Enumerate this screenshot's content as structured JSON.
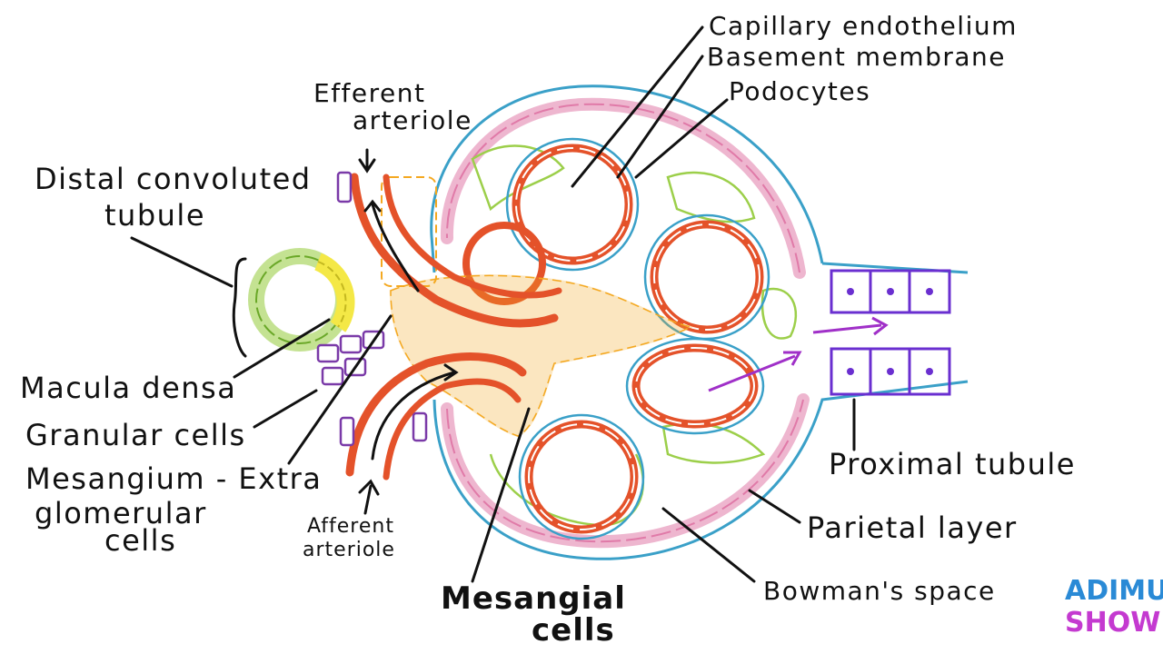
{
  "colors": {
    "capsule_outer": "#3aa0c8",
    "parietal": "#e07aa8",
    "capillary": "#e4522a",
    "mesangium": "#f4a820",
    "podocyte": "#9ccf4a",
    "macula": "#f4e846",
    "granular": "#7a3aa8",
    "proximal": "#6a2fd0",
    "text": "#111111",
    "logo_blue": "#2a8ad6",
    "logo_pink": "#c43ad0"
  },
  "labels": {
    "capillary_endothelium": "Capillary endothelium",
    "basement_membrane": "Basement membrane",
    "podocytes": "Podocytes",
    "efferent_l1": "Efferent",
    "efferent_l2": "arteriole",
    "distal_l1": "Distal convoluted",
    "distal_l2": "tubule",
    "macula_densa": "Macula densa",
    "granular_cells": "Granular cells",
    "extraglomerular_l1": "Mesangium - Extra",
    "extraglomerular_l2": "glomerular",
    "extraglomerular_l3": "cells",
    "afferent_l1": "Afferent",
    "afferent_l2": "arteriole",
    "mesangial_l1": "Mesangial",
    "mesangial_l2": "cells",
    "proximal_tubule": "Proximal tubule",
    "parietal_layer": "Parietal layer",
    "bowmans_space": "Bowman's space"
  },
  "logo": {
    "line1": "ADIMU",
    "line2": "SHOW"
  }
}
